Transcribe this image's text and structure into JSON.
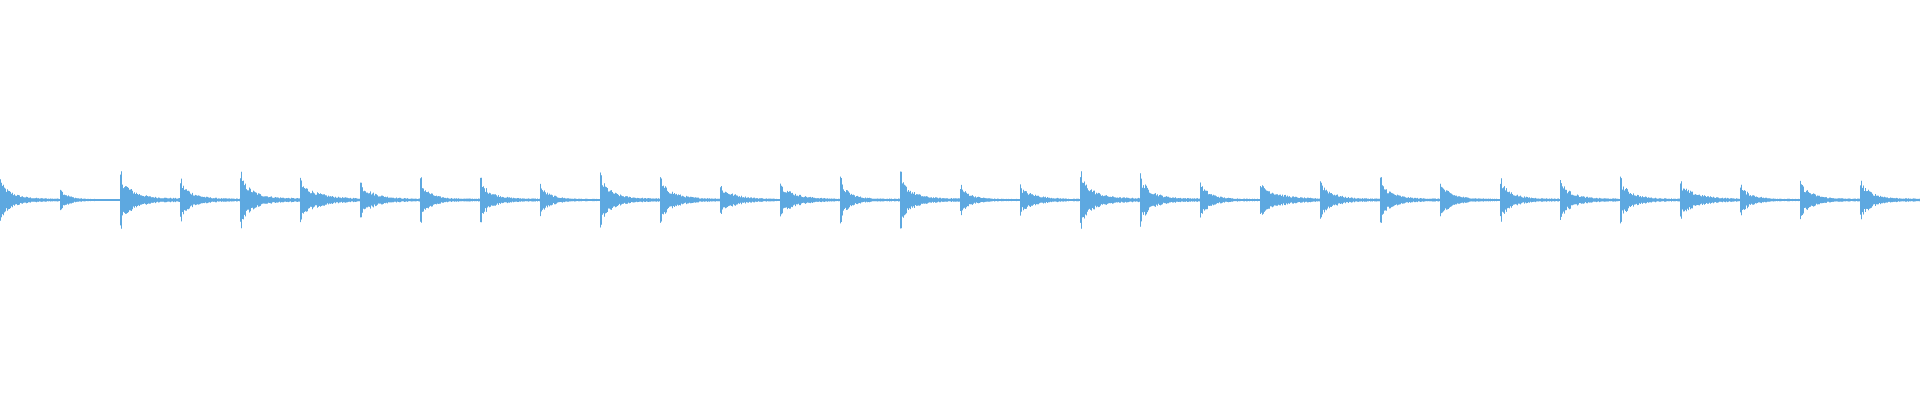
{
  "waveform": {
    "color": "#5DA8E0",
    "onset_count": 32,
    "onset_amplitudes": [
      0.3,
      0.18,
      0.38,
      0.3,
      0.38,
      0.28,
      0.26,
      0.3,
      0.3,
      0.22,
      0.36,
      0.3,
      0.2,
      0.26,
      0.3,
      0.36,
      0.22,
      0.2,
      0.4,
      0.36,
      0.26,
      0.26,
      0.3,
      0.3,
      0.26,
      0.3,
      0.3,
      0.3,
      0.24,
      0.22,
      0.28,
      0.3
    ],
    "onset_decay": [
      0.55,
      0.4,
      0.6,
      0.55,
      0.6,
      0.85,
      0.7,
      0.45,
      0.55,
      0.5,
      0.55,
      0.65,
      0.8,
      0.7,
      0.45,
      0.55,
      0.5,
      0.75,
      0.6,
      0.55,
      0.5,
      0.85,
      0.55,
      0.55,
      0.55,
      0.55,
      0.55,
      0.55,
      0.85,
      0.55,
      0.55,
      0.55
    ]
  }
}
